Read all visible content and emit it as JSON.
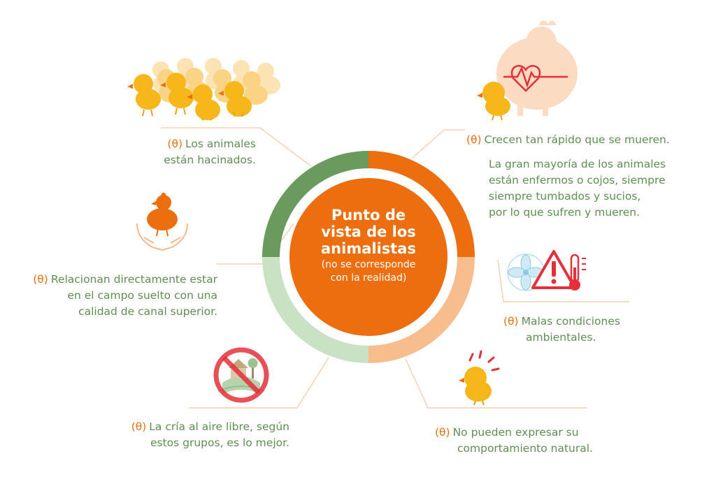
{
  "center": {
    "title_lines": [
      "Punto de",
      "vista de los",
      "animalistas"
    ],
    "subtitle_lines": [
      "(no se corresponde",
      "con la realidad)"
    ]
  },
  "marker": "(θ)",
  "callouts": {
    "hacinados": [
      "Los animales",
      "están hacinados."
    ],
    "crecen_title": "Crecen tan rápido que se mueren.",
    "crecen_body": [
      "La gran mayoría de los animales",
      "están enfermos o cojos, siempre",
      "siempre tumbados y sucios,",
      "por lo que sufren y mueren."
    ],
    "campo": [
      "Relacionan directamente estar",
      "en el campo suelto con una",
      "calidad de canal superior."
    ],
    "condiciones": [
      "Malas condiciones",
      "ambientales."
    ],
    "aire_libre": [
      "La cría al aire libre, según",
      "estos grupos, es lo mejor."
    ],
    "comportamiento": [
      "No pueden expresar su",
      "comportamiento natural."
    ]
  },
  "colors": {
    "orange": "#ec6e0f",
    "light_orange": "#f7bd8c",
    "green": "#6b9a5f",
    "light_green": "#c9e2c4",
    "chick_yellow": "#f7b71a",
    "red": "#e4303a",
    "line": "#f6d1b2"
  }
}
